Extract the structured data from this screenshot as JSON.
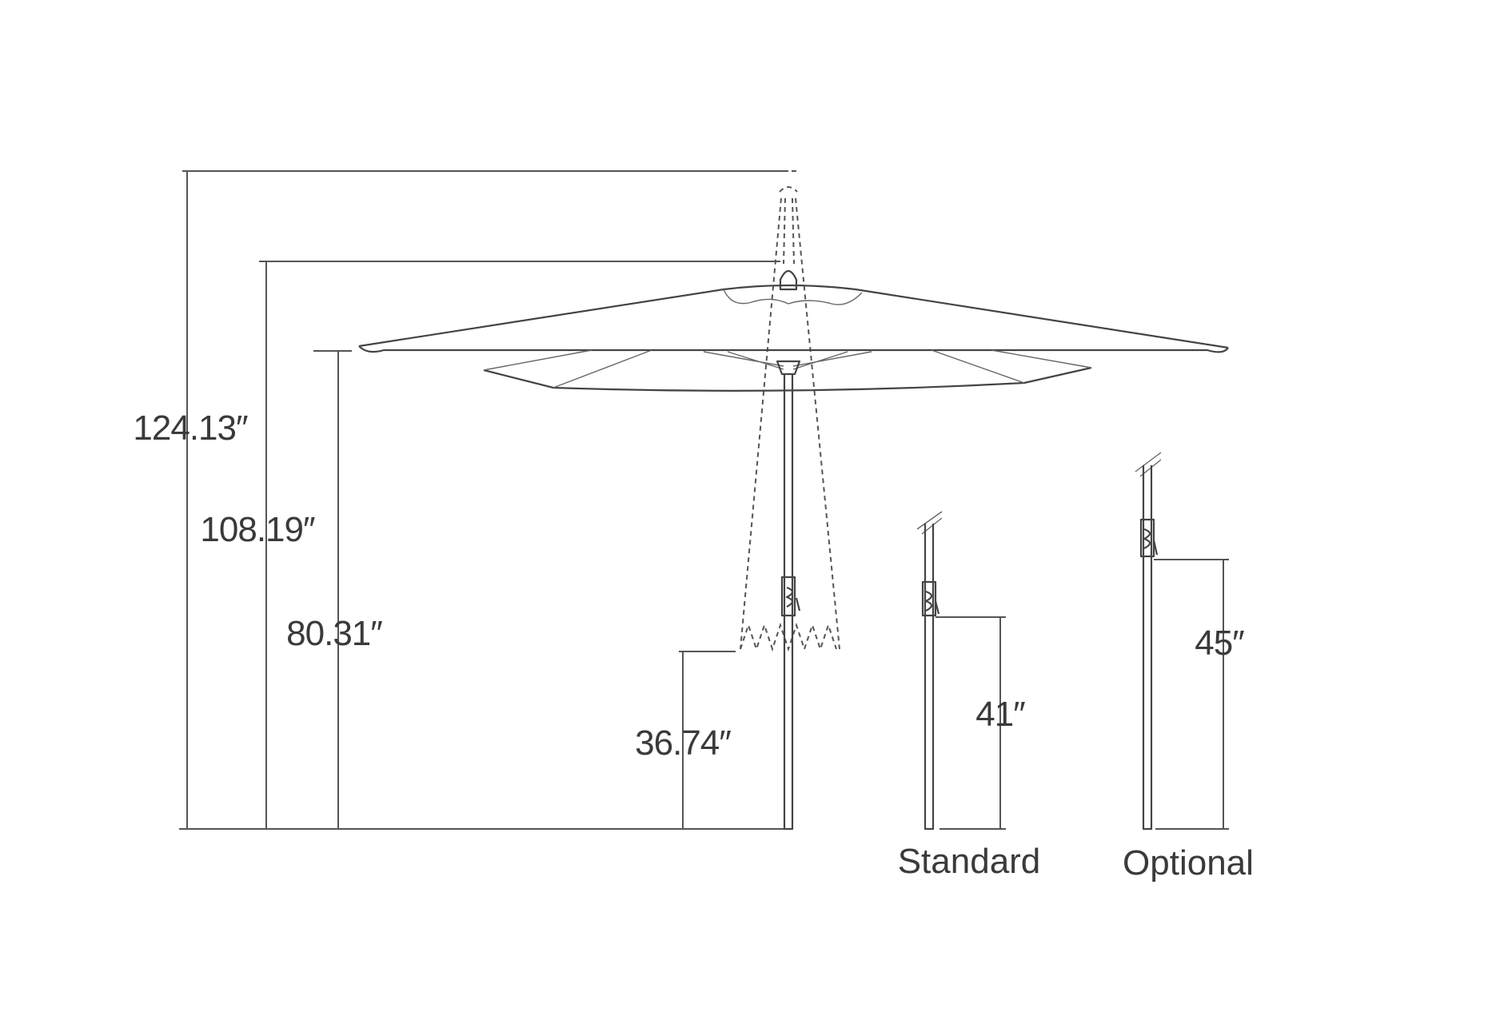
{
  "dimensions": {
    "overall_height_tilted": "124.13″",
    "canopy_top_height": "108.19″",
    "clearance_height": "80.31″",
    "crank_height": "36.74″"
  },
  "crank_options": {
    "standard": {
      "label": "Standard",
      "height": "41″"
    },
    "optional": {
      "label": "Optional",
      "height": "45″"
    }
  },
  "colors": {
    "line": "#444444",
    "text": "#3a3a3a"
  }
}
